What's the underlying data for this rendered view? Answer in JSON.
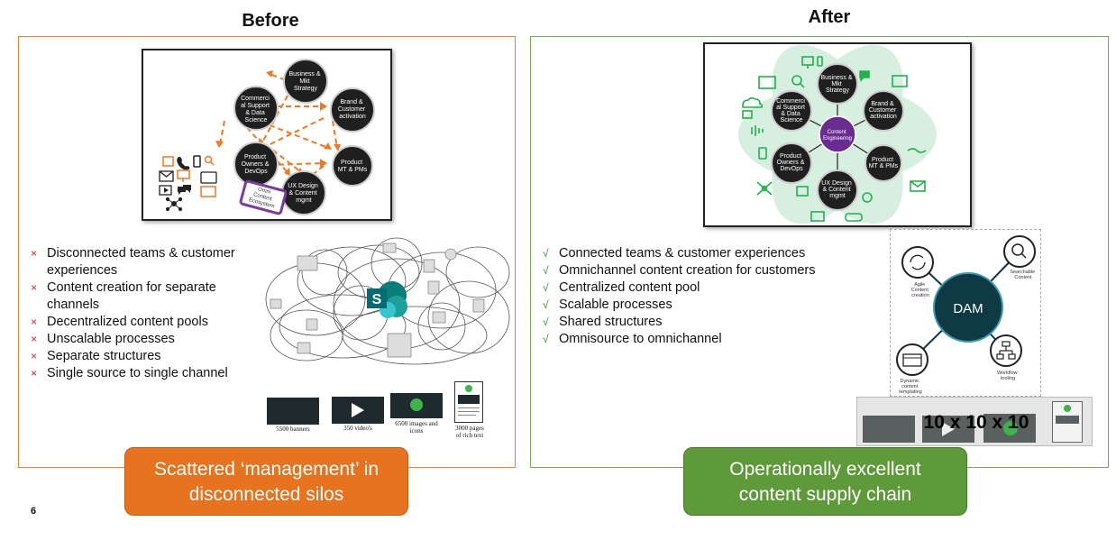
{
  "before": {
    "title": "Before",
    "diagram_nodes": {
      "business": [
        "Business &",
        "Mkt",
        "Strategy"
      ],
      "commercial": [
        "Commerci",
        "al Support",
        "& Data",
        "Science"
      ],
      "brand": [
        "Brand &",
        "Customer",
        "activation"
      ],
      "product_owners": [
        "Product",
        "Owners &",
        "DevOps"
      ],
      "product_mt": [
        "Product",
        "MT & PMs"
      ],
      "ux": [
        "UX Design",
        "& Content",
        "mgmt"
      ]
    },
    "omni_label": [
      "Omni",
      "Content",
      "Ecosystem"
    ],
    "bullets": [
      "Disconnected teams & customer experiences",
      "Content creation for separate channels",
      "Decentralized content pools",
      "Unscalable processes",
      "Separate structures",
      "Single source to single channel"
    ],
    "bullet_mark": "×",
    "assets": [
      {
        "caption": "5500 banners"
      },
      {
        "caption": "350 video's"
      },
      {
        "caption": "6500 images and icons"
      },
      {
        "caption": "3000 pages of rich text"
      }
    ],
    "callout": [
      "Scattered ‘management’ in",
      "disconnected silos"
    ]
  },
  "after": {
    "title": "After",
    "diagram_nodes": {
      "business": [
        "Business &",
        "Mkt",
        "Strategy"
      ],
      "commercial": [
        "Commerci",
        "al Support",
        "& Data",
        "Science"
      ],
      "brand": [
        "Brand &",
        "Customer",
        "activation"
      ],
      "product_owners": [
        "Product",
        "Owners &",
        "DevOps"
      ],
      "product_mt": [
        "Product",
        "MT & PMs"
      ],
      "ux": [
        "UX Design",
        "& Content",
        "mgmt"
      ],
      "center": [
        "Content",
        "Engineering"
      ]
    },
    "bullets": [
      "Connected teams & customer experiences",
      "Omnichannel content creation for customers",
      "Centralized content pool",
      "Scalable processes",
      "Shared structures",
      "Omnisource to omnichannel"
    ],
    "bullet_mark": "√",
    "dam": {
      "center": "DAM",
      "agile": [
        "Agile",
        "Content",
        "creation"
      ],
      "searchable": [
        "Searchable",
        "Content"
      ],
      "dynamic": [
        "Dynamic",
        "content",
        "templating"
      ],
      "workflow": [
        "Workflow",
        "tooling"
      ]
    },
    "multiplier": "10 x 10 x 10",
    "callout": [
      "Operationally excellent",
      "content supply chain"
    ]
  },
  "page_number": "6",
  "colors": {
    "orange": "#e8731e",
    "green": "#5e9a3a",
    "node_dark": "#1f1f1f",
    "center_purple": "#6a2c91",
    "dam_teal": "#0f3a44",
    "icon_green": "#21b24b"
  }
}
